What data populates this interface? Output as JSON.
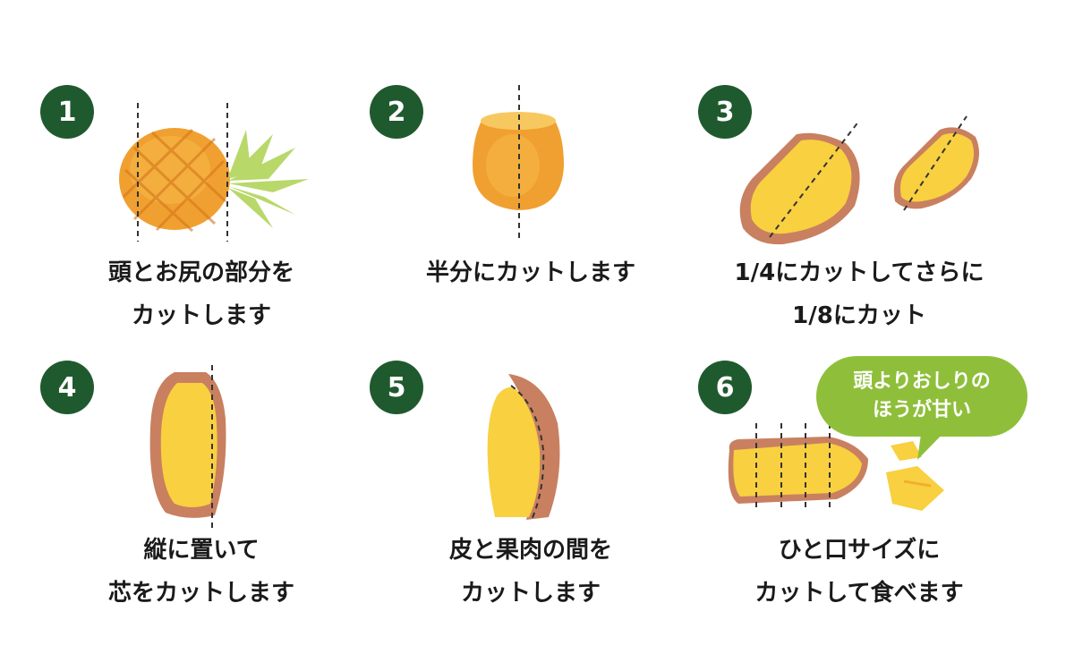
{
  "steps": [
    {
      "number": "1",
      "caption_line1": "頭とお尻の部分を",
      "caption_line2": "カットします"
    },
    {
      "number": "2",
      "caption_line1": "半分にカットします",
      "caption_line2": ""
    },
    {
      "number": "3",
      "caption_line1": "1/4にカットしてさらに",
      "caption_line2": "1/8にカット"
    },
    {
      "number": "4",
      "caption_line1": "縦に置いて",
      "caption_line2": "芯をカットします"
    },
    {
      "number": "5",
      "caption_line1": "皮と果肉の間を",
      "caption_line2": "カットします"
    },
    {
      "number": "6",
      "caption_line1": "ひと口サイズに",
      "caption_line2": "カットして食べます"
    }
  ],
  "bubble": {
    "line1": "頭よりおしりの",
    "line2": "ほうが甘い"
  },
  "colors": {
    "badge": "#1f5a2e",
    "bubble": "#8fbf3a",
    "pineapple": "#f0a030",
    "flesh": "#f8d040"
  },
  "icons": [
    "whole-pineapple-icon",
    "pineapple-half-icon",
    "pineapple-quarter-icon",
    "pineapple-wedge-icon",
    "pineapple-flesh-icon",
    "pineapple-chunks-icon"
  ]
}
